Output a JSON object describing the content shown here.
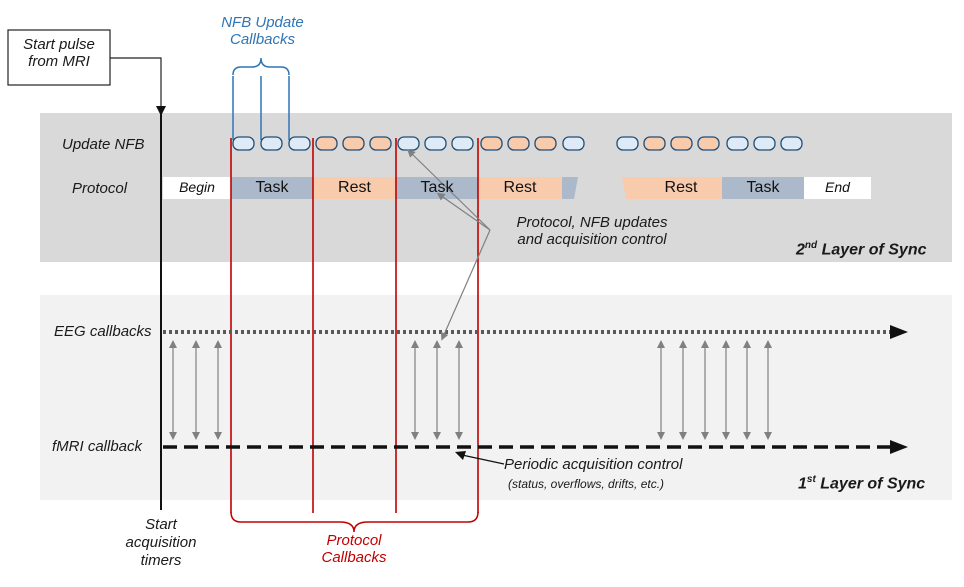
{
  "start_pulse": "Start pulse\nfrom MRI",
  "nfb_update_callbacks": "NFB Update\nCallbacks",
  "update_nfb_label": "Update NFB",
  "protocol_label": "Protocol",
  "protocol_blocks": [
    "Begin",
    "Task",
    "Rest",
    "Task",
    "Rest",
    "Rest",
    "Task",
    "End"
  ],
  "protocol_note": "Protocol, NFB updates\nand acquisition control",
  "layer2": {
    "ord": "2",
    "sup": "nd",
    "text": " Layer of Sync"
  },
  "eeg_label": "EEG callbacks",
  "fmri_label": "fMRI callback",
  "periodic_note": "Periodic acquisition control",
  "periodic_sub": "(status, overflows, drifts, etc.)",
  "layer1": {
    "ord": "1",
    "sup": "st",
    "text": " Layer of Sync"
  },
  "start_timers": "Start\nacquisition\ntimers",
  "protocol_callbacks": "Protocol\nCallbacks",
  "colors": {
    "panel": "#d9d9d9",
    "panel_light": "#f2f2f2",
    "task": "#acb9ca",
    "rest": "#f8cbad",
    "nfb_blue": "#deebf7",
    "nfb_stroke": "#1f4e79",
    "blue_accent": "#2e75b6",
    "red_accent": "#c00000"
  }
}
